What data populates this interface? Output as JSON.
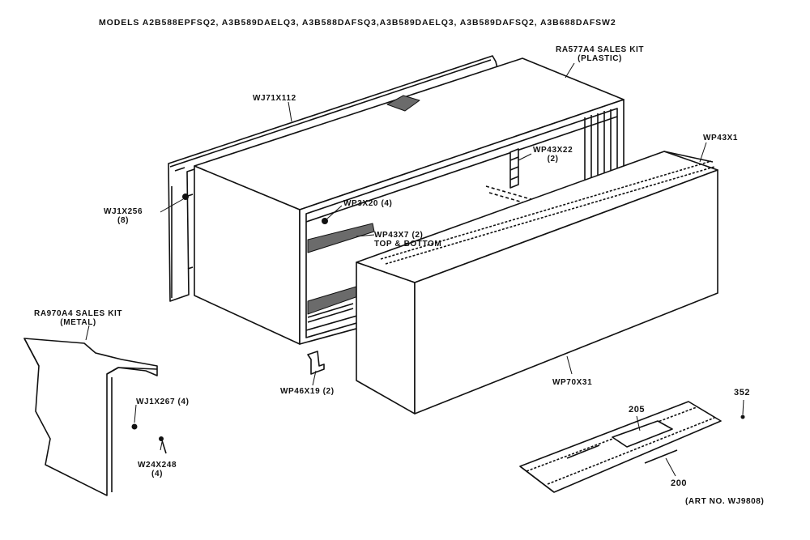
{
  "title": "MODELS A2B588EPFSQ2, A3B589DAELQ3, A3B588DAFSQ3,A3B589DAELQ3, A3B589DAFSQ2, A3B688DAFSW2",
  "labels": {
    "sales_kit_plastic": [
      "RA577A4 SALES KIT",
      "(PLASTIC)"
    ],
    "wj71x112": "WJ71X112",
    "wp43x1": "WP43X1",
    "wp43x22": [
      "WP43X22",
      "(2)"
    ],
    "wj1x256": [
      "WJ1X256",
      "(8)"
    ],
    "wp3x20": "WP3X20 (4)",
    "wp43x7": [
      "WP43X7 (2)",
      "TOP & BOTTOM"
    ],
    "sales_kit_metal": [
      "RA970A4 SALES KIT",
      "(METAL)"
    ],
    "wj1x267": "WJ1X267 (4)",
    "w24x248": [
      "W24X248",
      "(4)"
    ],
    "wp46x19": "WP46X19 (2)",
    "wp70x31": "WP70X31",
    "part_205": "205",
    "part_200": "200",
    "part_352": "352",
    "art_no": "(ART NO. WJ9808)"
  },
  "colors": {
    "line": "#111111",
    "paper": "#ffffff",
    "shade": "#6b6b6b"
  }
}
